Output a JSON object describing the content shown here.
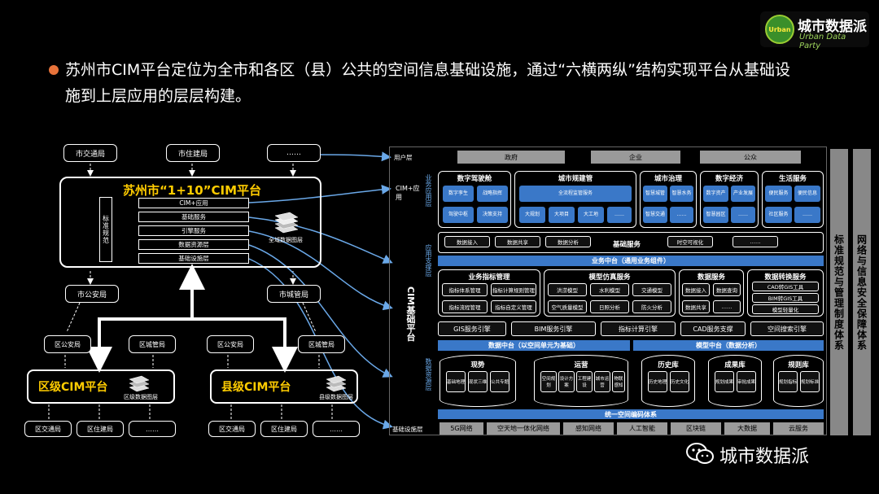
{
  "logo": {
    "badge": "Urban",
    "title": "城市数据派",
    "subtitle": "Urban Data Party"
  },
  "intro": {
    "text": "苏州市CIM平台定位为全市和各区（县）公共的空间信息基础设施，通过“六横两纵”结构实现平台从基础设施到上层应用的层层构建。"
  },
  "left": {
    "top_boxes": [
      "市交通局",
      "市住建局",
      "……"
    ],
    "main_title": "苏州市“1+10”CIM平台",
    "std_label": "标准规范",
    "layers": [
      "CIM+应用",
      "基础服务",
      "引擎服务",
      "数据资源层",
      "基础设施层"
    ],
    "stack_label": "全域数据图层",
    "mid_boxes": [
      "市公安局",
      "市城管局"
    ],
    "district_small": [
      "区公安局",
      "区城管局",
      "区公安局",
      "区城管局"
    ],
    "district_platform": "区级CIM平台",
    "county_platform": "县级CIM平台",
    "district_data": "区级数据图层",
    "county_data": "县级数据图层",
    "bottom_boxes": [
      "区交通局",
      "区住建局",
      "……",
      "区交通局",
      "区住建局",
      "……"
    ]
  },
  "right": {
    "user_layer": "用户层",
    "users": [
      "政府",
      "企业",
      "公众"
    ],
    "cim_app": "CIM+应用",
    "app_layer": "业务应用层",
    "app_groups": [
      {
        "title": "数字驾驶舱",
        "cells": [
          "数字孪生",
          "战略指挥",
          "驾驶中枢",
          "决策支持"
        ]
      },
      {
        "title": "城市规建管",
        "cells": [
          "全流程监管服务",
          "大规划",
          "大项目",
          "大工地",
          "……"
        ]
      },
      {
        "title": "城市治理",
        "cells": [
          "智慧城管",
          "智慧水务",
          "智慧交通",
          "……"
        ]
      },
      {
        "title": "数字经济",
        "cells": [
          "数字资产",
          "产业发展",
          "智慧园区",
          "……"
        ]
      },
      {
        "title": "生活服务",
        "cells": [
          "便民服务",
          "便民信息",
          "社区服务",
          "……"
        ]
      }
    ],
    "base_service_items": [
      "数据接入",
      "数据共享",
      "数据分析",
      "时空可视化",
      "……"
    ],
    "base_service": "基础服务",
    "biz_platform": "业务中台（通用业务组件）",
    "support_layer": "应用支撑层",
    "support_groups": [
      {
        "title": "业务指标管理",
        "cells": [
          "指标体系管理",
          "指标计算规则管理",
          "指标流程管理",
          "指标自定义管理"
        ]
      },
      {
        "title": "模型仿真服务",
        "cells": [
          "洪涝模型",
          "水利模型",
          "交通模型",
          "空气质量模型",
          "日照分析",
          "防火分析"
        ]
      },
      {
        "title": "数据服务",
        "cells": [
          "数据接入",
          "数据查询",
          "数据共享",
          "……"
        ]
      },
      {
        "title": "数据转换服务",
        "cells": [
          "CAD转GIS工具",
          "BIM转GIS工具",
          "模型轻量化"
        ]
      }
    ],
    "engines": [
      "GIS服务引擎",
      "BIM服务引擎",
      "指标计算引擎",
      "CAD服务支撑",
      "空间搜索引擎"
    ],
    "platform_vertical": "CIM基础平台",
    "data_platform": "数据中台（以空间单元为基础）",
    "model_platform": "模型中台（数据分析）",
    "resource_layer": "数据资源层",
    "cylinders": [
      {
        "title": "现势",
        "cells": [
          "基础地理",
          "现状三维",
          "公共专题"
        ]
      },
      {
        "title": "运营",
        "cells": [
          "空间规划",
          "设计方案",
          "工程建设",
          "城市运营",
          "物联感知"
        ]
      },
      {
        "title": "历史库",
        "cells": [
          "历史地理",
          "历史文化"
        ]
      },
      {
        "title": "成果库",
        "cells": [
          "规划成果",
          "审批成果"
        ]
      },
      {
        "title": "规则库",
        "cells": [
          "规划指标",
          "规划标准"
        ]
      }
    ],
    "unified_coding": "统一空间编码体系",
    "infra_layer": "基础设施层",
    "infra_items": [
      "5G网络",
      "空天地一体化网络",
      "感知网络",
      "人工智能",
      "区块链",
      "大数据",
      "云服务"
    ],
    "side1": "标准规范与管理制度体系",
    "side2": "网络与信息安全保障体系"
  },
  "footer": {
    "wechat": "城市数据派"
  }
}
